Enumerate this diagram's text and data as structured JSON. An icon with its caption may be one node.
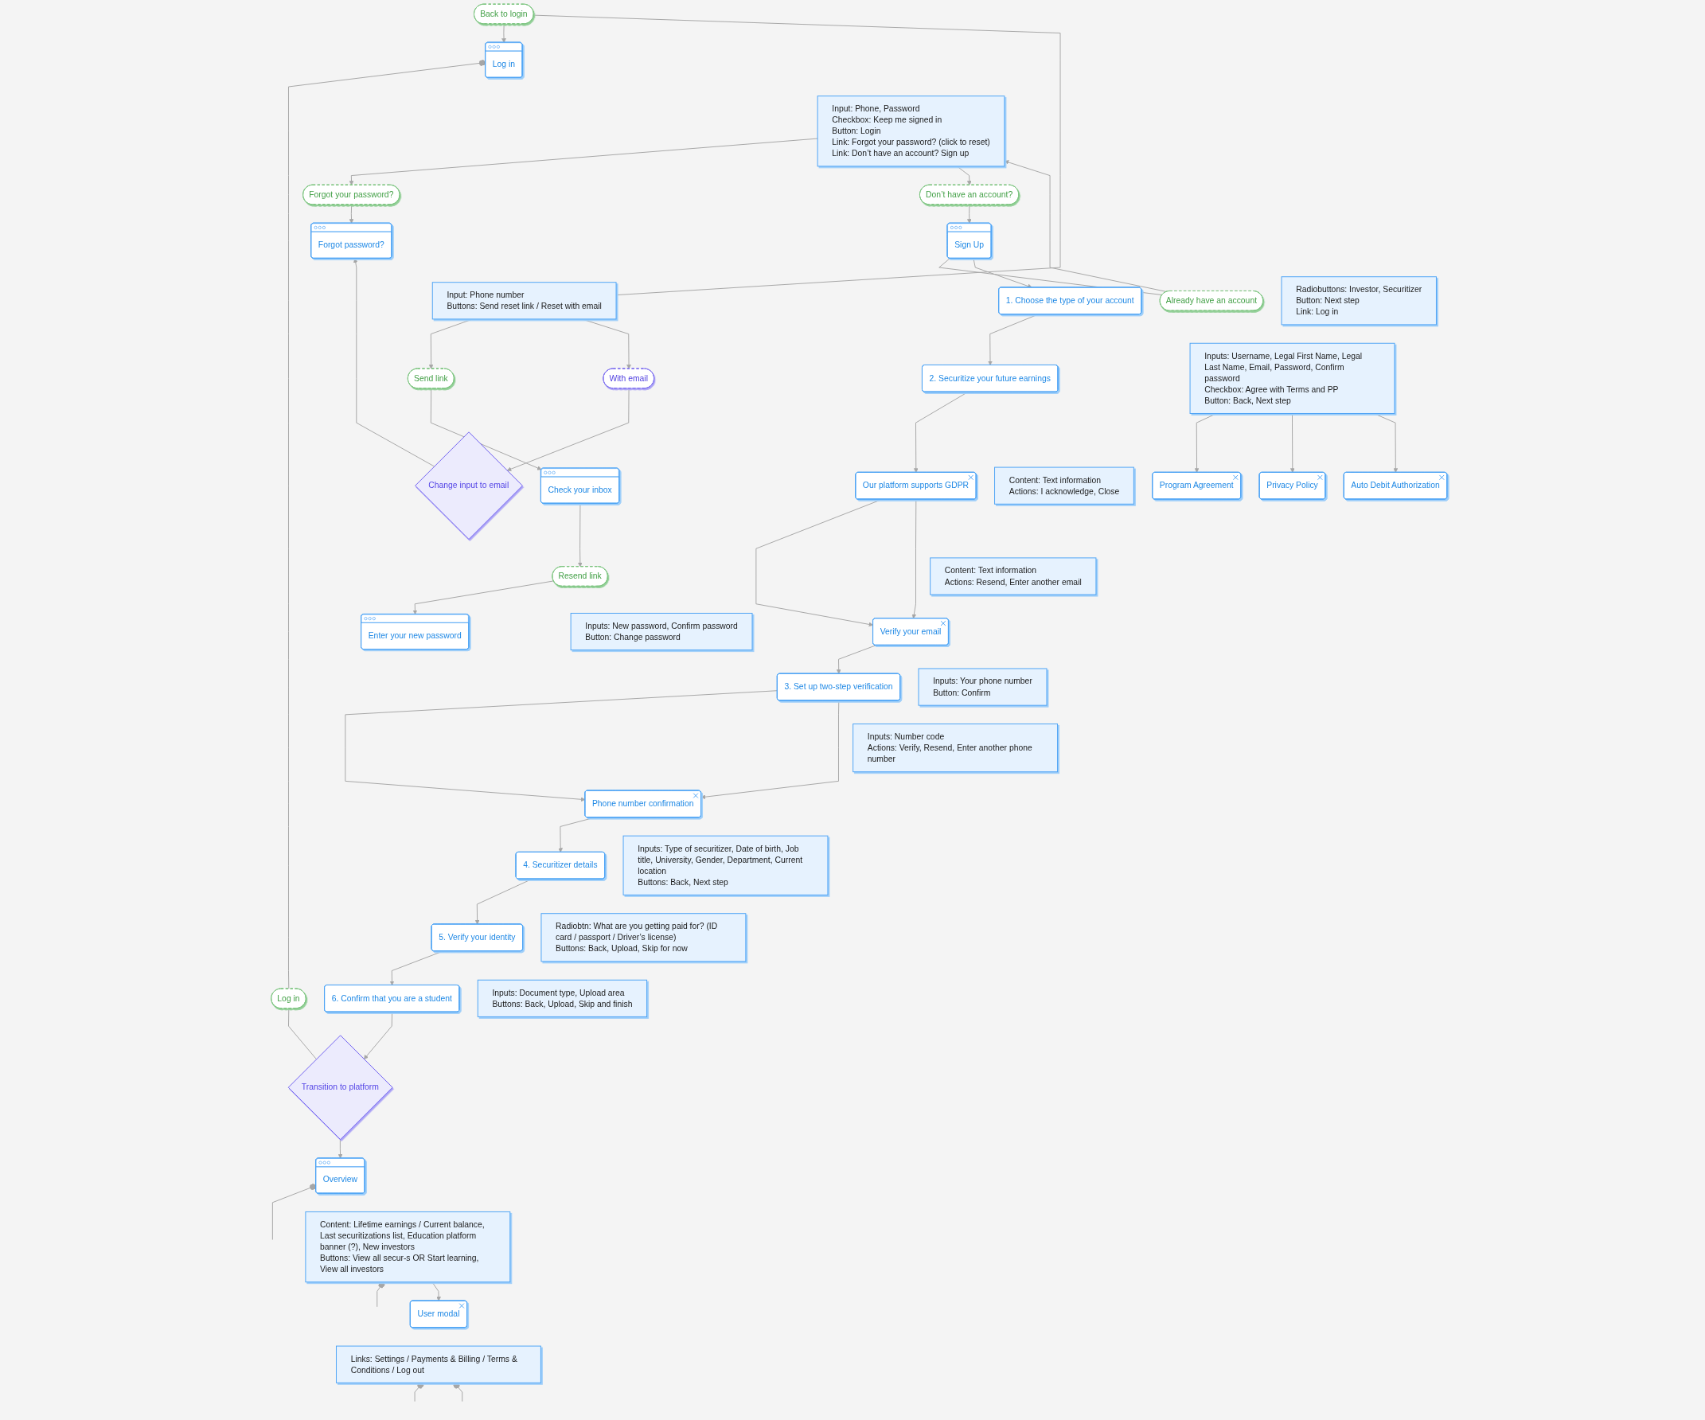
{
  "diagram": {
    "nodes": [
      {
        "text": [
          "Log in"
        ]
      },
      {
        "text": [
          "Input: Phone, Password",
          "Checkbox: Keep me signed in",
          "Button: Login",
          "Link: Forgot your password? (click to reset)",
          "Link: Don’t have an account? Sign up"
        ]
      },
      {
        "text": [
          "Log in"
        ]
      },
      {
        "text": [
          "Transition to platform"
        ]
      },
      {
        "text": [
          "Overview"
        ]
      },
      {
        "text": [
          "Content: Lifetime earnings / Current balance, Last securitizations list, Education platform banner (?), New investors",
          "Buttons: View all secur-s OR Start learning, View all investors"
        ]
      },
      {
        "text": [
          "Already have an account"
        ]
      },
      {
        "text": [
          "Forgot your password?"
        ]
      },
      {
        "text": [
          "Don’t have an account?"
        ]
      },
      {
        "text": [
          "User modal"
        ]
      },
      {
        "text": [
          "Links: Settings / Payments & Billing / Terms & Conditions / Log out"
        ]
      },
      {
        "text": [
          "Forgot password?"
        ]
      },
      {
        "text": [
          "Sign Up"
        ]
      },
      {
        "text": [
          "Input: Phone number",
          "Buttons: Send reset link / Reset with email"
        ]
      },
      {
        "text": [
          "Back to login"
        ]
      },
      {
        "text": [
          "1. Choose the type of your account"
        ]
      },
      {
        "text": [
          "Radiobuttons: Investor, Securitizer",
          "Button: Next step",
          "Link: Log in"
        ]
      },
      {
        "text": [
          "Send link"
        ]
      },
      {
        "text": [
          "With email"
        ]
      },
      {
        "text": [
          "Change input to email"
        ]
      },
      {
        "text": [
          "2. Securitize your future earnings"
        ]
      },
      {
        "text": [
          "Inputs: Username, Legal First Name, Legal Last Name, Email, Password, Confirm password",
          "Checkbox: Agree with Terms and PP",
          "Button: Back, Next step"
        ]
      },
      {
        "text": [
          "Program Agreement"
        ]
      },
      {
        "text": [
          "Check your inbox"
        ]
      },
      {
        "text": [
          "Privacy Policy"
        ]
      },
      {
        "text": [
          "Our platform supports GDPR"
        ]
      },
      {
        "text": [
          "Content: Text information",
          "Actions: I acknowledge, Close"
        ]
      },
      {
        "text": [
          "Resend link"
        ]
      },
      {
        "text": [
          "Auto Debit Authorization"
        ]
      },
      {
        "text": [
          "Verify your email"
        ]
      },
      {
        "text": [
          "Content: Text information",
          "Actions: Resend, Enter another email"
        ]
      },
      {
        "text": [
          "Enter your new password"
        ]
      },
      {
        "text": [
          "Inputs: New password, Confirm password",
          "Button: Change password"
        ]
      },
      {
        "text": [
          "3. Set up two-step verification"
        ]
      },
      {
        "text": [
          "Inputs: Your phone number",
          "Button: Confirm"
        ]
      },
      {
        "text": [
          "Phone number confirmation"
        ]
      },
      {
        "text": [
          "Inputs: Number code",
          "Actions: Verify, Resend, Enter another phone number"
        ]
      },
      {
        "text": [
          "4. Securitizer details"
        ]
      },
      {
        "text": [
          "Inputs: Type of securitizer, Date of birth, Job title, University, Gender, Department, Current location",
          "Buttons: Back, Next step"
        ]
      },
      {
        "text": [
          "5. Verify your identity"
        ]
      },
      {
        "text": [
          "Radiobtn: What are you getting paid for? (ID card / passport / Driver’s license)",
          "Buttons: Back, Upload, Skip for now"
        ]
      },
      {
        "text": [
          "6. Confirm that you are a student"
        ]
      },
      {
        "text": [
          "Inputs: Document type, Upload area",
          "Buttons: Back, Upload, Skip and finish"
        ]
      }
    ],
    "edges": [
      {
        "from": 0,
        "to": 2,
        "arrow": "other"
      },
      {
        "from": 2,
        "to": 3,
        "arrow": "none"
      },
      {
        "from": 3,
        "to": 4,
        "arrow": "to"
      },
      {
        "from": 1,
        "to": 7,
        "arrow": "to"
      },
      {
        "from": 1,
        "to": 8,
        "arrow": "to"
      },
      {
        "from": 12,
        "to": 6,
        "arrow": "none"
      },
      {
        "from": 6,
        "to": 1,
        "arrow": "to"
      },
      {
        "from": 7,
        "to": 11,
        "arrow": "to"
      },
      {
        "from": 8,
        "to": 12,
        "arrow": "to"
      },
      {
        "from": 13,
        "to": 14,
        "arrow": "none"
      },
      {
        "from": 14,
        "to": 0,
        "arrow": "to"
      },
      {
        "from": 13,
        "to": 17,
        "arrow": "to"
      },
      {
        "from": 13,
        "to": 18,
        "arrow": "to"
      },
      {
        "from": 18,
        "to": 19,
        "arrow": "to"
      },
      {
        "from": 19,
        "to": 11,
        "arrow": "to"
      },
      {
        "from": 17,
        "to": 23,
        "arrow": "to"
      },
      {
        "from": 23,
        "to": 27,
        "arrow": "to"
      },
      {
        "from": 27,
        "to": 31,
        "arrow": "to"
      },
      {
        "from": 12,
        "to": 15,
        "arrow": "to"
      },
      {
        "from": 15,
        "to": 20,
        "arrow": "to"
      },
      {
        "from": 21,
        "to": 22,
        "arrow": "to"
      },
      {
        "from": 21,
        "to": 24,
        "arrow": "to"
      },
      {
        "from": 21,
        "to": 28,
        "arrow": "to"
      },
      {
        "from": 20,
        "to": 25,
        "arrow": "to"
      },
      {
        "from": 25,
        "to": 29,
        "arrow": "to"
      },
      {
        "from": 25,
        "to": 29,
        "arrow": "to"
      },
      {
        "from": 29,
        "to": 33,
        "arrow": "to"
      },
      {
        "from": 33,
        "to": 35,
        "arrow": "to"
      },
      {
        "from": 33,
        "to": 35,
        "arrow": "to"
      },
      {
        "from": 35,
        "to": 37,
        "arrow": "to"
      },
      {
        "from": 37,
        "to": 39,
        "arrow": "to"
      },
      {
        "from": 39,
        "to": 41,
        "arrow": "to"
      },
      {
        "from": 41,
        "to": 3,
        "arrow": "to"
      },
      {
        "from": 4,
        "to": null,
        "arrow": "other"
      },
      {
        "from": 5,
        "to": null,
        "arrow": "other"
      },
      {
        "from": 5,
        "to": 9,
        "arrow": "to"
      },
      {
        "from": 10,
        "to": null,
        "arrow": "other"
      },
      {
        "from": 10,
        "to": null,
        "arrow": "other"
      }
    ]
  }
}
